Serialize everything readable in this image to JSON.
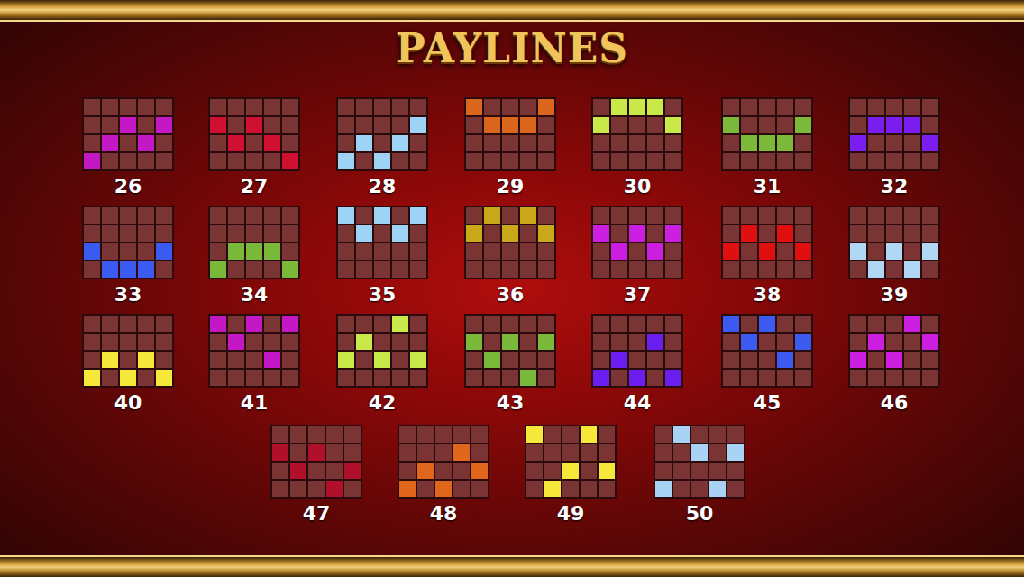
{
  "diagram": {
    "title": "PAYLINES",
    "nodes": [
      {
        "text": [
          "26"
        ]
      },
      {
        "text": [
          "27"
        ]
      },
      {
        "text": [
          "28"
        ]
      },
      {
        "text": [
          "29"
        ]
      },
      {
        "text": [
          "30"
        ]
      },
      {
        "text": [
          "31"
        ]
      },
      {
        "text": [
          "32"
        ]
      },
      {
        "text": [
          "33"
        ]
      },
      {
        "text": [
          "34"
        ]
      },
      {
        "text": [
          "35"
        ]
      },
      {
        "text": [
          "36"
        ]
      },
      {
        "text": [
          "37"
        ]
      },
      {
        "text": [
          "38"
        ]
      },
      {
        "text": [
          "39"
        ]
      },
      {
        "text": [
          "40"
        ]
      },
      {
        "text": [
          "41"
        ]
      },
      {
        "text": [
          "42"
        ]
      },
      {
        "text": [
          "43"
        ]
      },
      {
        "text": [
          "44"
        ]
      },
      {
        "text": [
          "45"
        ]
      },
      {
        "text": [
          "46"
        ]
      },
      {
        "text": [
          "47"
        ]
      },
      {
        "text": [
          "48"
        ]
      },
      {
        "text": [
          "49"
        ]
      },
      {
        "text": [
          "50"
        ]
      }
    ]
  }
}
